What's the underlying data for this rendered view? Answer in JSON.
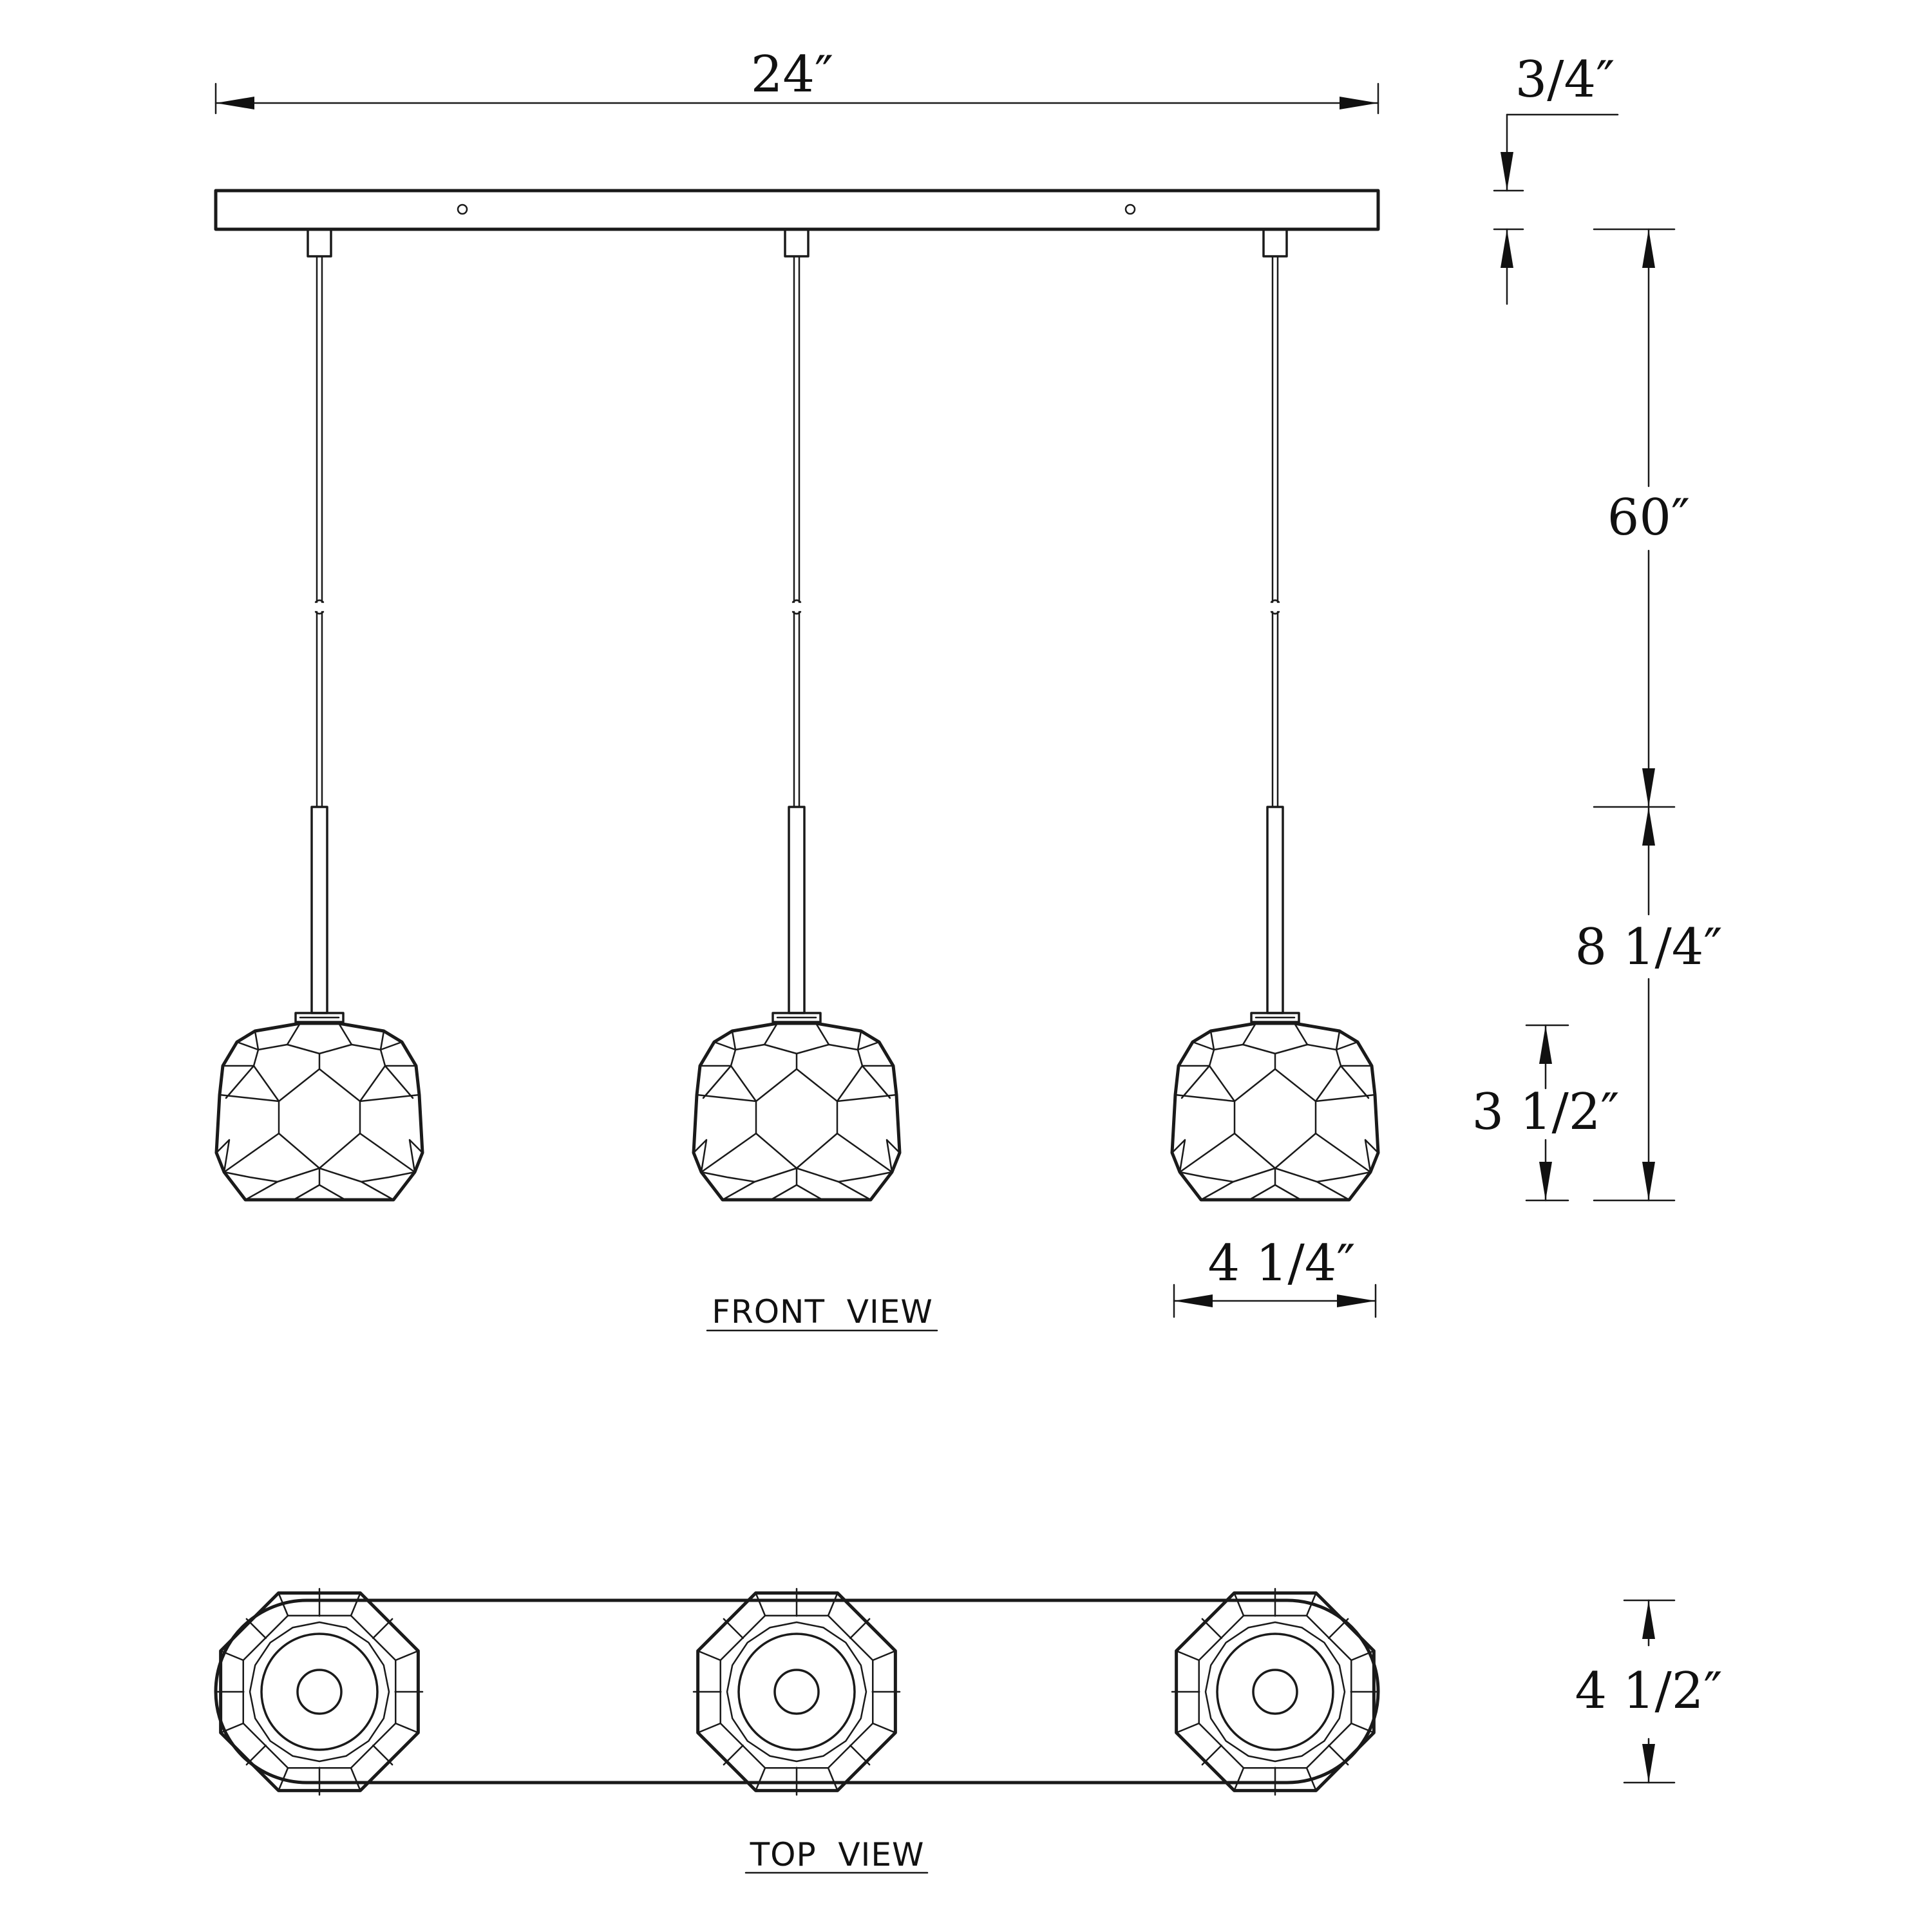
{
  "views": {
    "front": "FRONT  VIEW",
    "top": "TOP  VIEW"
  },
  "dimensions": {
    "canopy_length": "24″",
    "canopy_height": "3/4″",
    "cord_length": "60″",
    "fixture_height": "8 1/4″",
    "shade_height": "3 1/2″",
    "shade_width": "4 1/4″",
    "canopy_width": "4 1/2″"
  },
  "colors": {
    "line": "#1a1a1a",
    "background": "#ffffff"
  }
}
